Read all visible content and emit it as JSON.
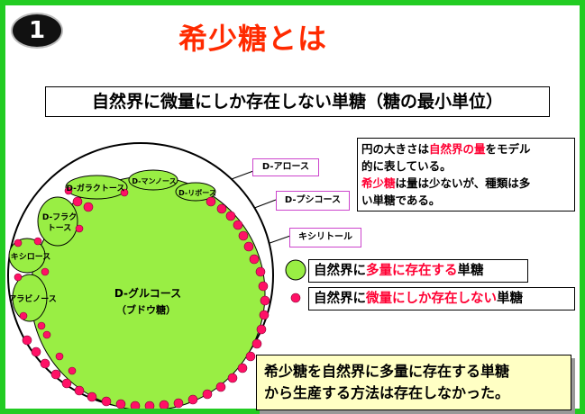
{
  "badge": "1",
  "title": "希少糖とは",
  "subtitle": "自然界に微量にしか存在しない単糖（糖の最小単位）",
  "note": {
    "l1_a": "円の大きさは",
    "l1_b": "自然界の量",
    "l1_c": "をモデル",
    "l2": "的に表している。",
    "l3_a": "希少糖",
    "l3_b": "は量は少ないが、種類は多",
    "l4": "い単糖である。"
  },
  "sugars": {
    "glucose": "D-グルコース",
    "glucose_sub": "（ブドウ糖）",
    "galactose_1": "D-ガラクトース",
    "mannose": "D-マンノース",
    "ribose": "D-リボース",
    "fructose_1": "D-フラク",
    "fructose_2": "トース",
    "xylose": "キシロース",
    "arabinose": "アラビノース"
  },
  "callouts": {
    "allose": "D-アロース",
    "psicose": "D-プシコース",
    "xylitol": "キシリトール"
  },
  "legend": {
    "abundant_a": "自然界に",
    "abundant_b": "多量に存在する",
    "abundant_c": "単糖",
    "rare_a": "自然界に",
    "rare_b": "微量にしか存在しない",
    "rare_c": "単糖"
  },
  "conclusion": {
    "l1": "希少糖を自然界に多量に存在する単糖",
    "l2": "から生産する方法は存在しなかった。"
  },
  "colors": {
    "frame": "#22cc22",
    "circle_fill": "#99ee44",
    "rare_dot": "#ff1166",
    "title_red": "#ff2a00",
    "callout_border": "#cc44cc"
  }
}
